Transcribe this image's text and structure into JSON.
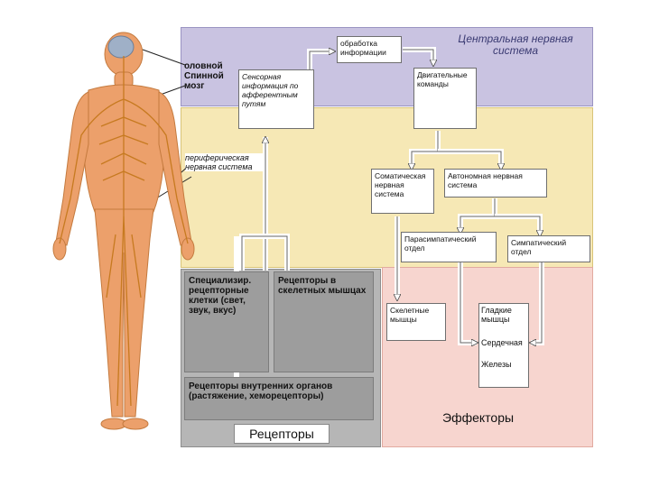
{
  "colors": {
    "cns_panel": "#c9c3e1",
    "pns_panel": "#f6e8b5",
    "effector_panel": "#f7d5cf",
    "receptor_panel": "#b6b6b6",
    "body_fill": "#eca06b",
    "nerve": "#d98a2c"
  },
  "labels": {
    "cns": "Центральная нервная система",
    "pns": "периферическая нервная система",
    "brain": "оловной Спинной мозг",
    "receptors": "Рецепторы",
    "effectors": "Эффекторы"
  },
  "boxes": {
    "processing": "обработка информации",
    "sensory": "Сенсорная информация по афферентным путям",
    "motor_commands": "Двигательные команды",
    "somatic": "Соматическая нервная система",
    "autonomic": "Автономная нервная система",
    "parasympathetic": "Парасимпатический отдел",
    "sympathetic": "Симпатический отдел",
    "special_receptors": "Специализир. рецепторные клетки (свет, звук, вкус)",
    "muscle_receptors": "Рецепторы в скелетных мышцах",
    "visceral_receptors": "Рецепторы внутренних органов (растяжение, хеморецепторы)",
    "skeletal_muscles": "Скелетные мышцы",
    "smooth_muscles": "Гладкие мышцы",
    "cardiac": "Сердечная",
    "glands": "Железы"
  },
  "icons": {
    "body": "human-body-figure",
    "arrow": "flow-arrow"
  }
}
